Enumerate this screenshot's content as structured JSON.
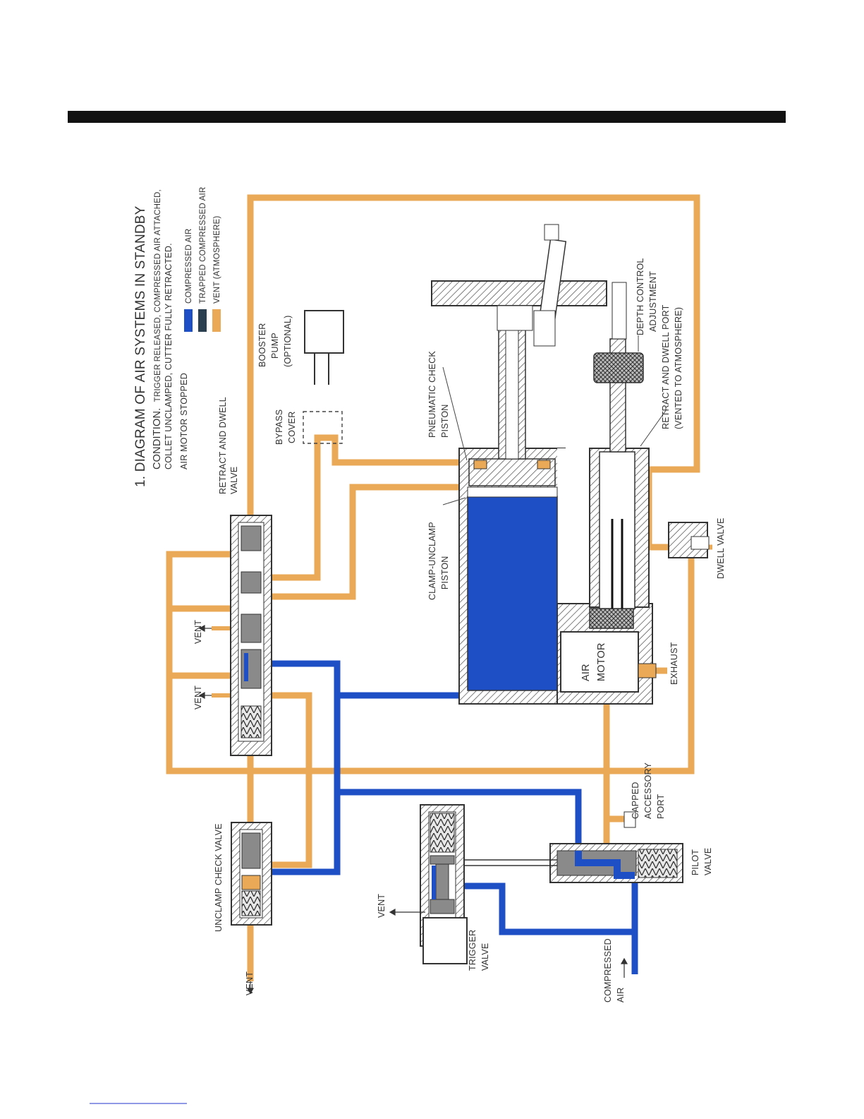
{
  "title_block": {
    "line1": "1. DIAGRAM OF AIR SYSTEMS IN STANDBY",
    "line2_caps": "CONDITION.",
    "line2_rest": "TRIGGER RELEASED, COMPRESSED AIR ATTACHED,",
    "line3": "COLLET UNCLAMPED, CUTTER FULLY RETRACTED.",
    "line4": "AIR MOTOR STOPPED"
  },
  "legend": {
    "items": [
      {
        "label": "COMPRESSED AIR",
        "color": "#1f4fc4"
      },
      {
        "label": "TRAPPED COMPRESSED AIR",
        "color": "#2a4050"
      },
      {
        "label": "VENT (ATMOSPHERE)",
        "color": "#e9a956"
      }
    ]
  },
  "colors": {
    "compressed_air": "#1f4fc4",
    "trapped_air": "#2a4050",
    "vent": "#e9a956",
    "line": "#333333",
    "header_bar": "#111111"
  },
  "labels": {
    "retract_dwell_valve": [
      "RETRACT AND DWELL",
      "VALVE"
    ],
    "booster_pump": [
      "BOOSTER",
      "PUMP",
      "(OPTIONAL)"
    ],
    "bypass_cover": [
      "BYPASS",
      "COVER"
    ],
    "pneumatic_check_piston": [
      "PNEUMATIC CHECK",
      "PISTON"
    ],
    "clamp_unclamp_piston": [
      "CLAMP-UNCLAMP",
      "PISTON"
    ],
    "depth_control": [
      "DEPTH CONTROL",
      "ADJUSTMENT"
    ],
    "retract_dwell_port": [
      "RETRACT AND DWELL PORT",
      "(VENTED TO ATMOSPHERE)"
    ],
    "dwell_valve": "DWELL VALVE",
    "air_motor": [
      "AIR",
      "MOTOR"
    ],
    "exhaust": "EXHAUST",
    "vent": "VENT",
    "unclamp_check_valve": "UNCLAMP CHECK VALVE",
    "capped_accessory_port": [
      "CAPPED",
      "ACCESSORY",
      "PORT"
    ],
    "pilot_valve": [
      "PILOT",
      "VALVE"
    ],
    "trigger_valve": [
      "TRIGGER",
      "VALVE"
    ],
    "compressed_air": [
      "COMPRESSED",
      "AIR"
    ]
  }
}
